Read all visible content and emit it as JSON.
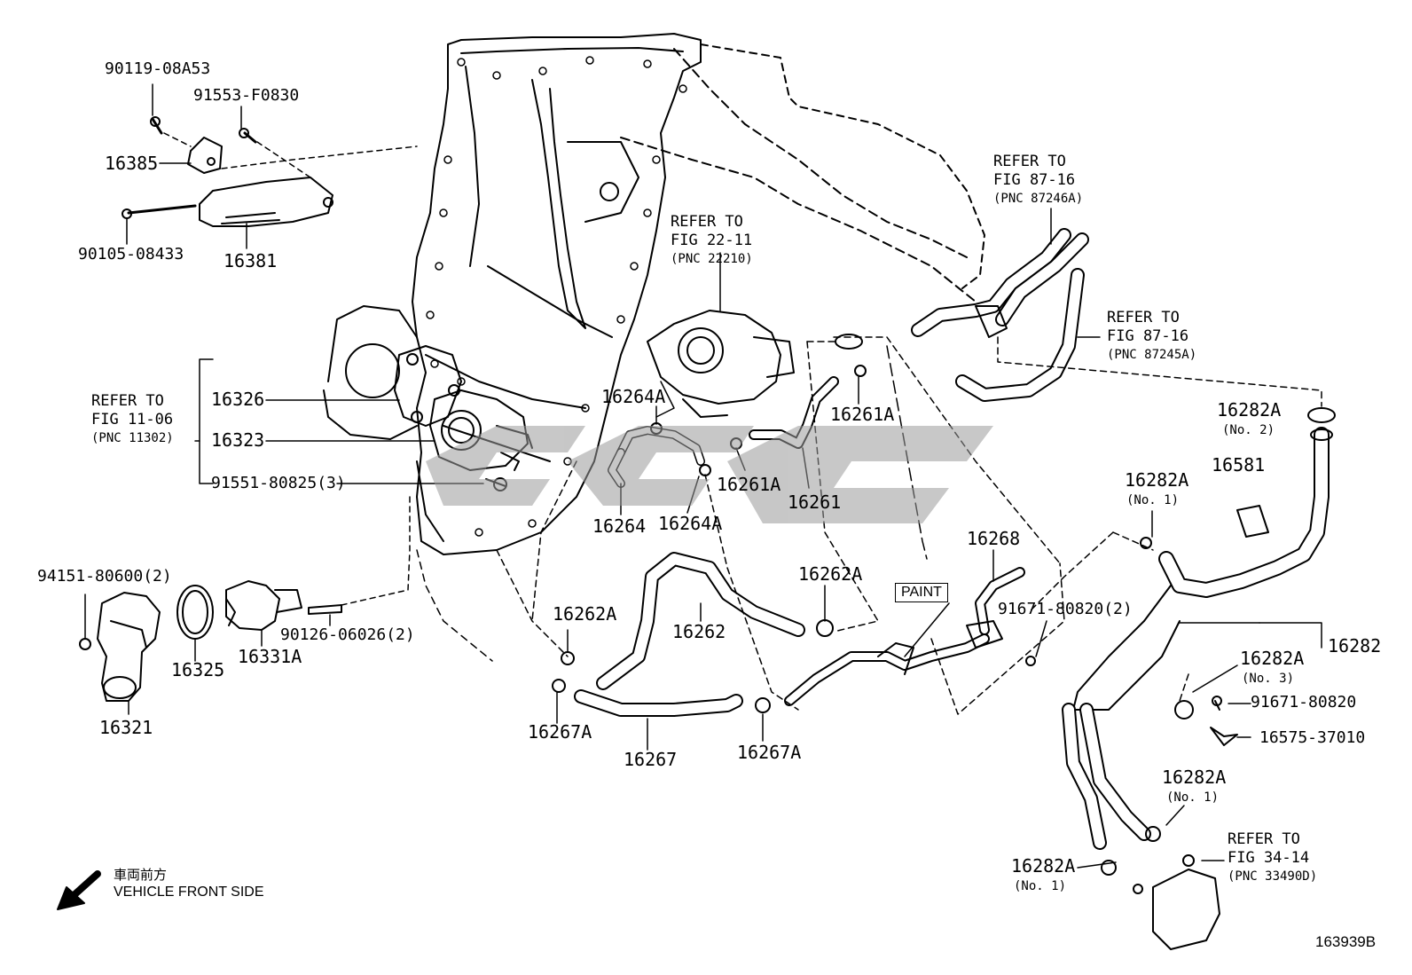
{
  "part_labels": {
    "p90119": "90119-08A53",
    "p91553": "91553-F0830",
    "p16385": "16385",
    "p90105": "90105-08433",
    "p16381": "16381",
    "p16326": "16326",
    "p16323": "16323",
    "p91551": "91551-80825(3)",
    "p94151": "94151-80600(2)",
    "p16325": "16325",
    "p16331A": "16331A",
    "p90126": "90126-06026(2)",
    "p16321": "16321",
    "p16264A_a": "16264A",
    "p16264": "16264",
    "p16264A_b": "16264A",
    "p16261A_a": "16261A",
    "p16261A_b": "16261A",
    "p16261": "16261",
    "p16262A_a": "16262A",
    "p16262": "16262",
    "p16262A_b": "16262A",
    "p16267A_a": "16267A",
    "p16267": "16267",
    "p16267A_b": "16267A",
    "p16268": "16268",
    "p91671_2": "91671-80820(2)",
    "p16282A_no2": "16282A",
    "no2": "(No. 2)",
    "p16581": "16581",
    "p16282A_no1a": "16282A",
    "no1a": "(No. 1)",
    "p16282": "16282",
    "p16282A_no3": "16282A",
    "no3": "(No. 3)",
    "p91671": "91671-80820",
    "p16575": "16575-37010",
    "p16282A_no1b": "16282A",
    "no1b": "(No. 1)",
    "p16282A_no1c": "16282A",
    "no1c": "(No. 1)"
  },
  "references": {
    "fig22": {
      "l1": "REFER TO",
      "l2": "FIG 22-11",
      "l3": "(PNC 22210)"
    },
    "fig87a": {
      "l1": "REFER TO",
      "l2": "FIG 87-16",
      "l3": "(PNC 87246A)"
    },
    "fig87b": {
      "l1": "REFER TO",
      "l2": "FIG 87-16",
      "l3": "(PNC 87245A)"
    },
    "fig11": {
      "l1": "REFER TO",
      "l2": "FIG 11-06",
      "l3": "(PNC 11302)"
    },
    "fig34": {
      "l1": "REFER TO",
      "l2": "FIG 34-14",
      "l3": "(PNC 33490D)"
    }
  },
  "paint_label": "PAINT",
  "direction": {
    "jp": "車両前方",
    "en": "VEHICLE FRONT SIDE",
    "arrow_icon": "arrow-down-left"
  },
  "figure_code": "163939B",
  "watermark": "logo-watermark"
}
